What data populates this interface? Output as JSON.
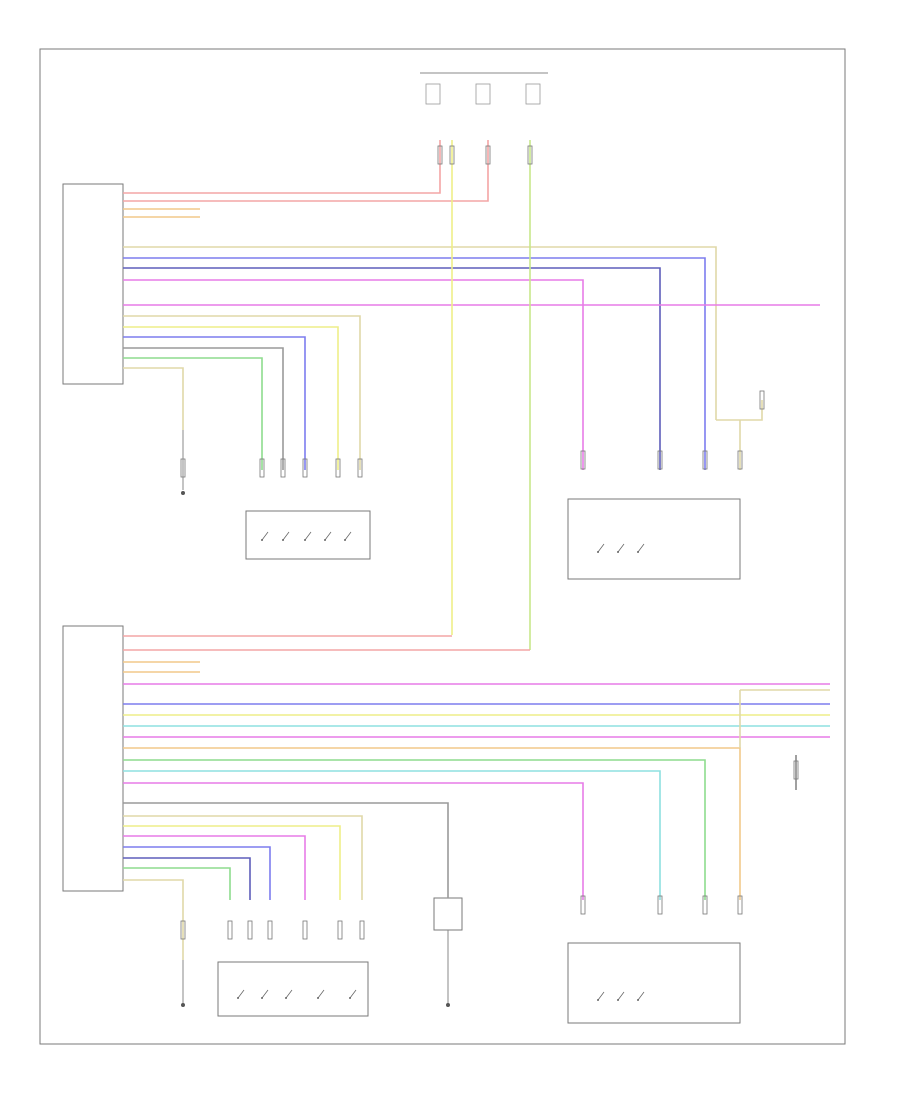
{
  "colors": {
    "red": "#f4a5a5",
    "yellow": "#eeee88",
    "orange": "#f2c98a",
    "magenta": "#e77ce7",
    "blue": "#7d7dee",
    "darkblue": "#5e5ebb",
    "green": "#8edc8e",
    "grey": "#9a9a9a",
    "tan": "#e0d8a8",
    "lime": "#c8e88a",
    "cyan": "#8ee0e0",
    "frame": "#7a7a7a"
  },
  "diagram": {
    "footer_code": "",
    "top_fuses": [
      "",
      "",
      ""
    ],
    "legend_lines": [
      "",
      ""
    ],
    "modules": [
      {
        "id": "front-driver-module",
        "label_lines": [
          "",
          "",
          "",
          "",
          "",
          "",
          "",
          ""
        ]
      },
      {
        "id": "rear-driver-module",
        "label_lines": [
          "",
          "",
          "",
          "",
          "",
          "",
          "",
          ""
        ]
      }
    ],
    "switch_labels": [
      {
        "id": "front-central-locking",
        "lines": [
          "",
          ""
        ]
      },
      {
        "id": "front-power-window",
        "lines": [
          "",
          ""
        ]
      },
      {
        "id": "rear-central-locking",
        "lines": [
          "",
          ""
        ]
      },
      {
        "id": "rear-power-window",
        "lines": [
          "",
          ""
        ]
      }
    ],
    "ground_labels": [
      {
        "id": "ground-1",
        "lines": [
          "",
          ""
        ]
      },
      {
        "id": "ground-2",
        "lines": [
          "",
          ""
        ]
      },
      {
        "id": "ground-3",
        "lines": [
          "",
          ""
        ]
      }
    ]
  }
}
